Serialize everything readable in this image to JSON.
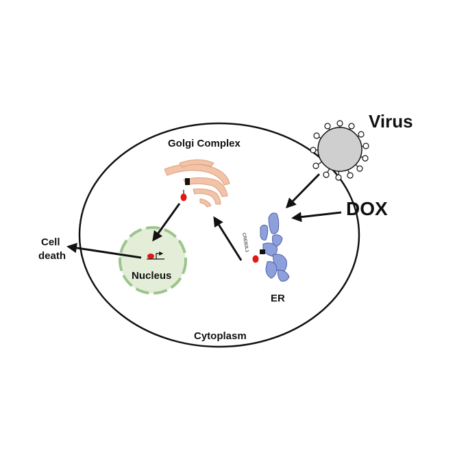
{
  "labels": {
    "virus": "Virus",
    "dox": "DOX",
    "golgi": "Golgi Complex",
    "nucleus": "Nucleus",
    "er": "ER",
    "cytoplasm": "Cytoplasm",
    "cell_death_line1": "Cell",
    "cell_death_line2": "death",
    "protein": "CREB3L1"
  },
  "colors": {
    "cell_outline": "#111111",
    "virus_fill": "#cfcfcf",
    "golgi": "#f2c3a6",
    "nucleus_fill": "#e4edd8",
    "nucleus_border": "#9cc58c",
    "er": "#8ea0dc",
    "er_stroke": "#5060a8",
    "protein_red": "#e01818"
  }
}
